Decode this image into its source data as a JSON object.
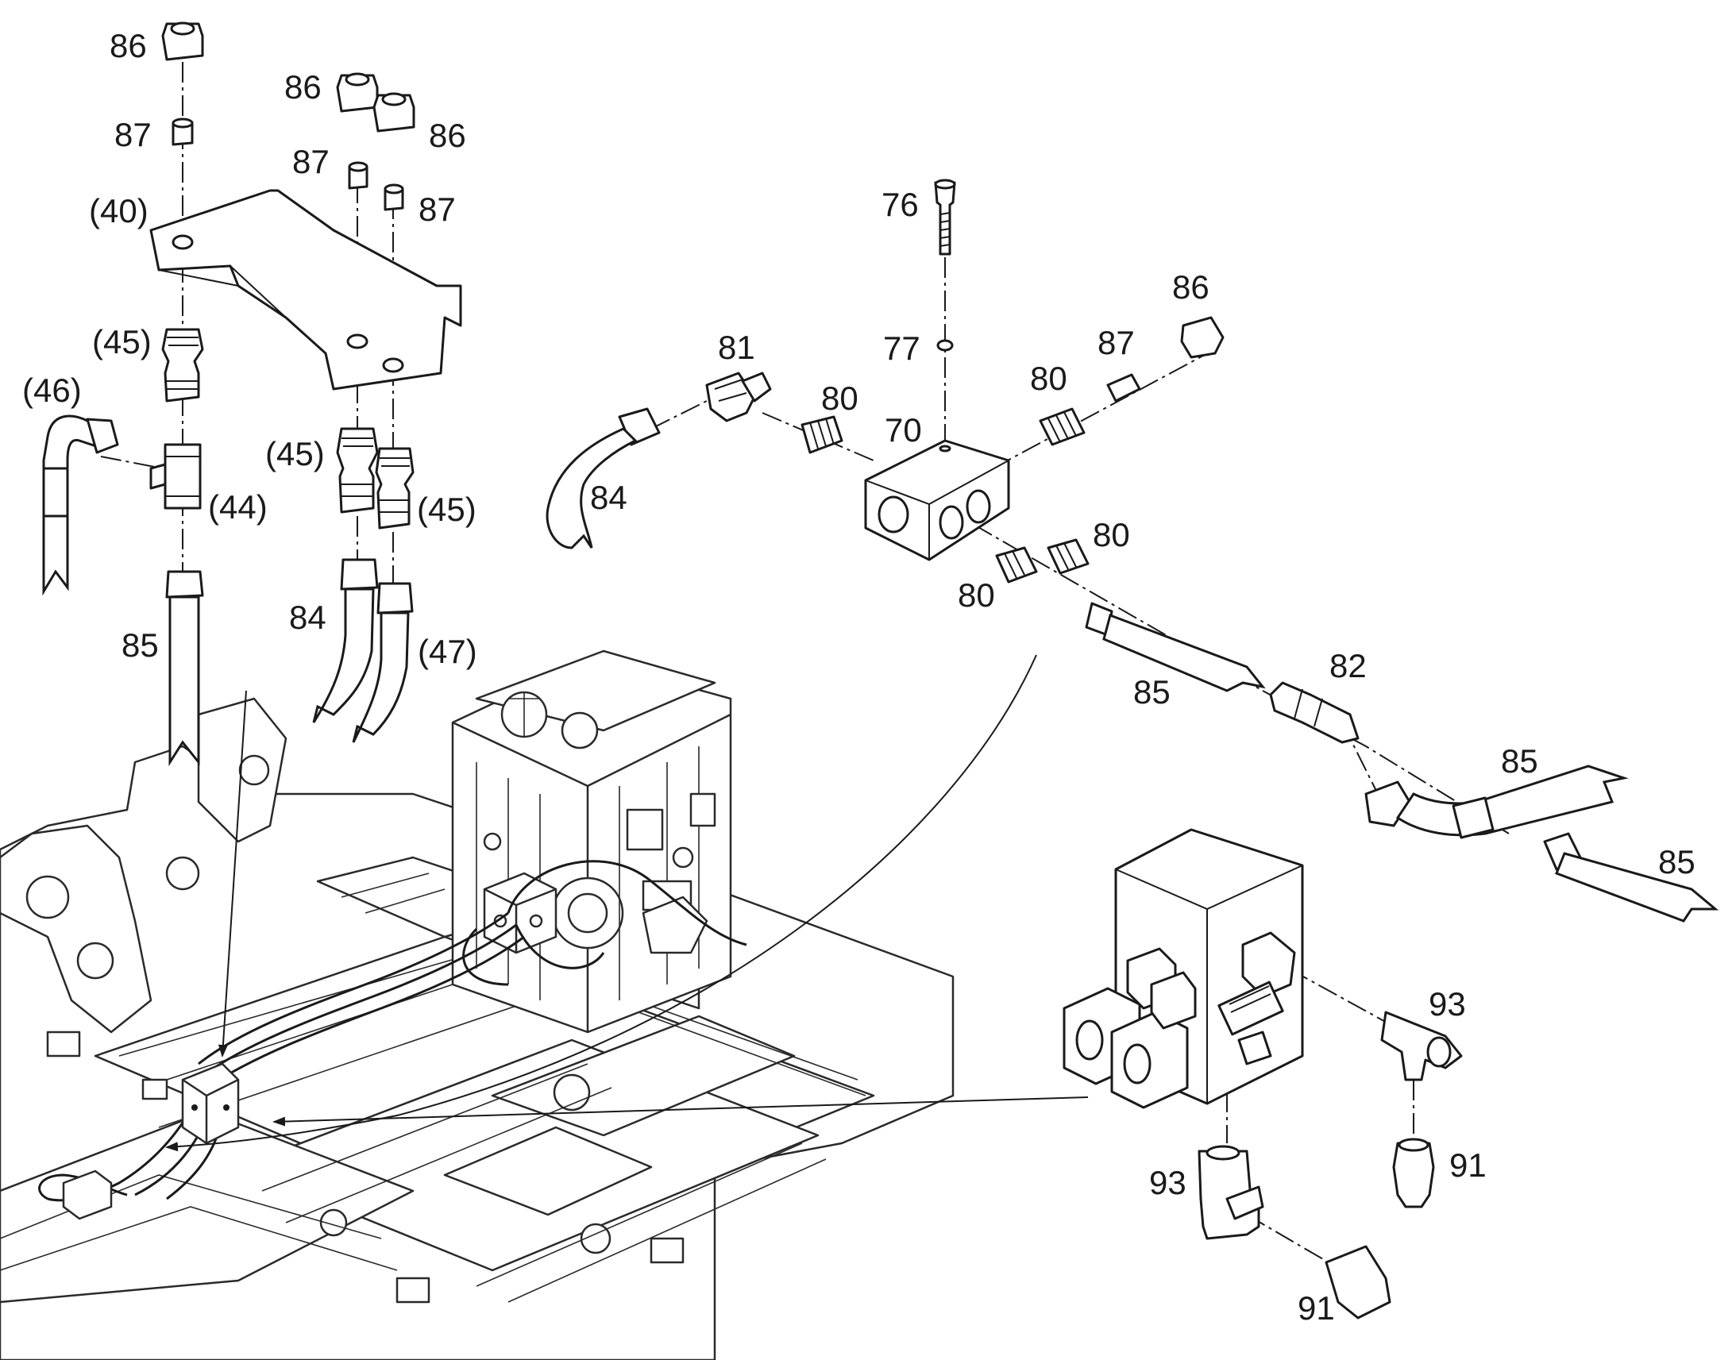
{
  "colors": {
    "line": "#1a1a1a",
    "background": "#ffffff"
  },
  "labels": {
    "l86_a": "86",
    "l87_a": "87",
    "l40": "(40)",
    "l86_b": "86",
    "l86_c": "86",
    "l87_b": "87",
    "l87_c": "87",
    "l45_a": "(45)",
    "l46": "(46)",
    "l44": "(44)",
    "l45_b": "(45)",
    "l45_c": "(45)",
    "l85_a": "85",
    "l84_a": "84",
    "l47": "(47)",
    "l76": "76",
    "l77": "77",
    "l81": "81",
    "l80_a": "80",
    "l80_b": "80",
    "l86_d": "86",
    "l87_d": "87",
    "l70": "70",
    "l84_b": "84",
    "l80_c": "80",
    "l80_d": "80",
    "l85_b": "85",
    "l82": "82",
    "l85_c": "85",
    "l85_d": "85",
    "l93_a": "93",
    "l93_b": "93",
    "l91_a": "91",
    "l91_b": "91"
  }
}
